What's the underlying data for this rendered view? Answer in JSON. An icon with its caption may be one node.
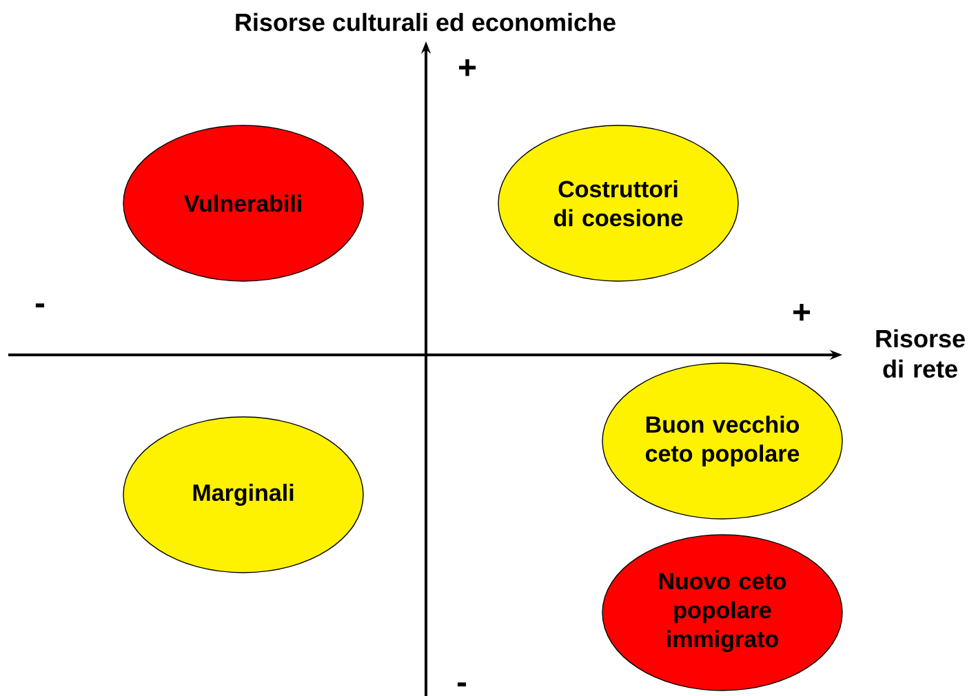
{
  "diagram": {
    "nodes": [
      {
        "text": [
          "Vulnerabili"
        ]
      },
      {
        "text": [
          "Costruttori di coesione"
        ]
      },
      {
        "text": [
          "Buon vecchio ceto popolare"
        ]
      },
      {
        "text": [
          "Marginali"
        ]
      },
      {
        "text": [
          "Nuovo ceto popolare immigrato"
        ]
      }
    ],
    "labels": [
      "Risorse culturali ed economiche",
      "+",
      "-",
      "+",
      "Risorse di rete",
      "-"
    ]
  }
}
